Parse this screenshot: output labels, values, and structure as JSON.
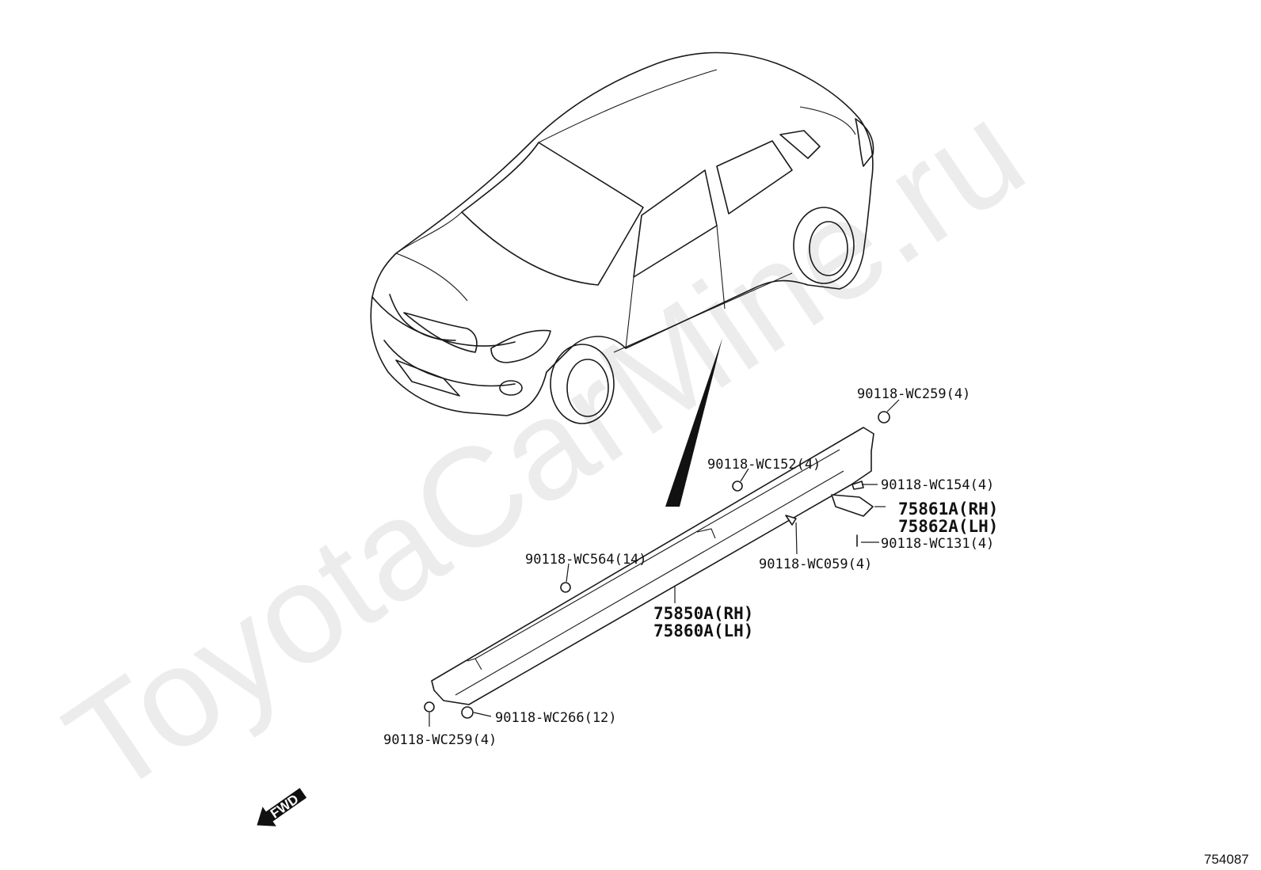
{
  "watermark": "ToyotaCarMine.ru",
  "diagram_id": "754087",
  "fwd_label": "FWD",
  "labels": {
    "p_wc259_top": "90118-WC259(4)",
    "p_wc152": "90118-WC152(4)",
    "p_wc154": "90118-WC154(4)",
    "p_75861a": "75861A(RH)",
    "p_75862a": "75862A(LH)",
    "p_wc131": "90118-WC131(4)",
    "p_wc059": "90118-WC059(4)",
    "p_wc564": "90118-WC564(14)",
    "p_75850a": "75850A(RH)",
    "p_75860a": "75860A(LH)",
    "p_wc266": "90118-WC266(12)",
    "p_wc259_bottom": "90118-WC259(4)"
  }
}
